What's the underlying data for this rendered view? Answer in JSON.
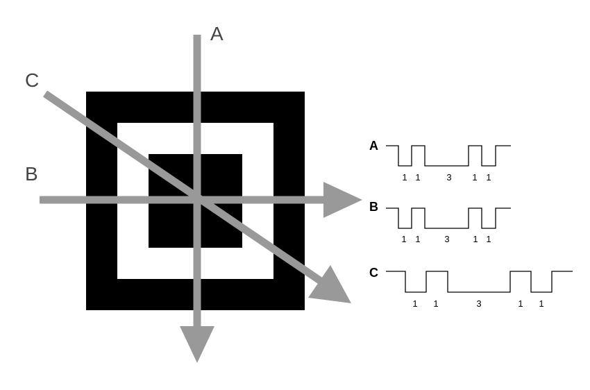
{
  "colors": {
    "background": "#ffffff",
    "marker": "#000000",
    "scan_line": "#999999",
    "scan_label": "#444444",
    "signal": "#000000"
  },
  "scan_lines": [
    {
      "id": "A",
      "label": "A"
    },
    {
      "id": "B",
      "label": "B"
    },
    {
      "id": "C",
      "label": "C"
    }
  ],
  "signals": [
    {
      "id": "A",
      "label": "A",
      "widths": [
        "1",
        "1",
        "3",
        "1",
        "1"
      ]
    },
    {
      "id": "B",
      "label": "B",
      "widths": [
        "1",
        "1",
        "3",
        "1",
        "1"
      ]
    },
    {
      "id": "C",
      "label": "C",
      "widths": [
        "1",
        "1",
        "3",
        "1",
        "1"
      ]
    }
  ]
}
